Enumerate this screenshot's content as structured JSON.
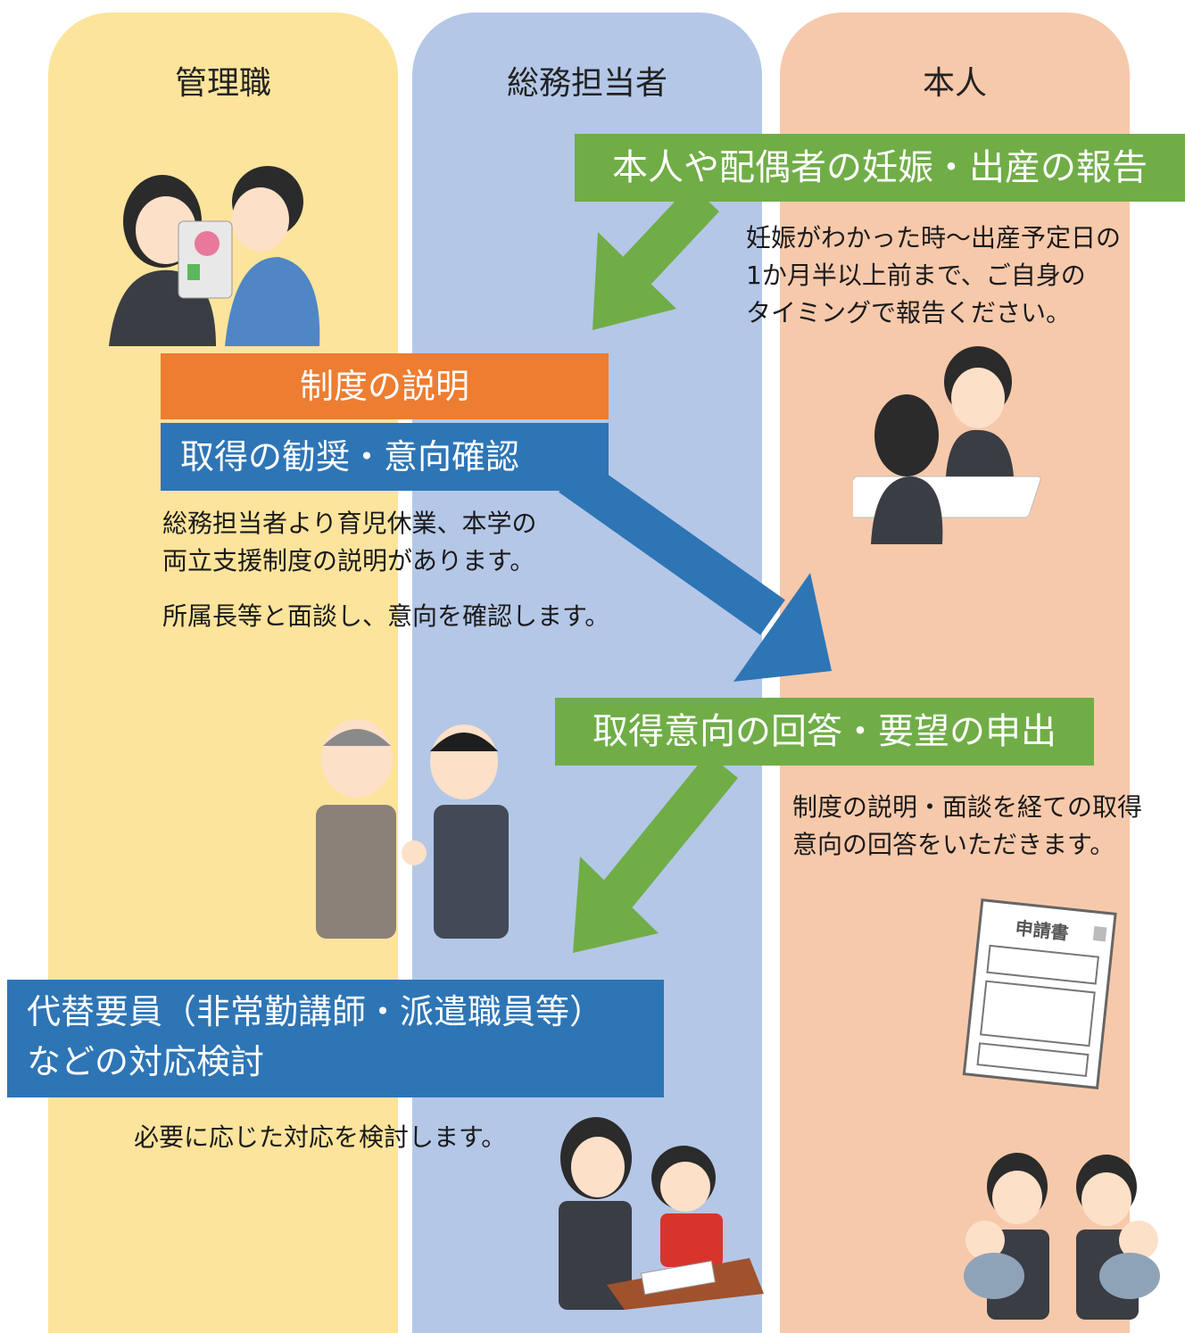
{
  "lanes": {
    "manager": "管理職",
    "general_affairs": "総務担当者",
    "self": "本人"
  },
  "steps": {
    "report": "本人や配偶者の妊娠・出産の報告",
    "explanation": "制度の説明",
    "recommend": "取得の勧奨・意向確認",
    "answer": "取得意向の回答・要望の申出",
    "substitute_line1": "代替要員（非常勤講師・派遣職員等）",
    "substitute_line2": "などの対応検討"
  },
  "notes": {
    "report": [
      "妊娠がわかった時～出産予定日の",
      "1か月半以上前まで、ご自身の",
      "タイミングで報告ください。"
    ],
    "explain": [
      "総務担当者より育児休業、本学の",
      "両立支援制度の説明があります。"
    ],
    "interview": "所属長等と面談し、意向を確認します。",
    "answer": [
      "制度の説明・面談を経ての取得",
      "意向の回答をいただきます。"
    ],
    "substitute": "必要に応じた対応を検討します。"
  },
  "form_label": "申請書",
  "colors": {
    "lane_manager": "#fde49c",
    "lane_general": "#b4c7e7",
    "lane_self": "#f7c9ab",
    "green": "#70ad47",
    "orange": "#ed7d31",
    "blue": "#2e75b6"
  }
}
